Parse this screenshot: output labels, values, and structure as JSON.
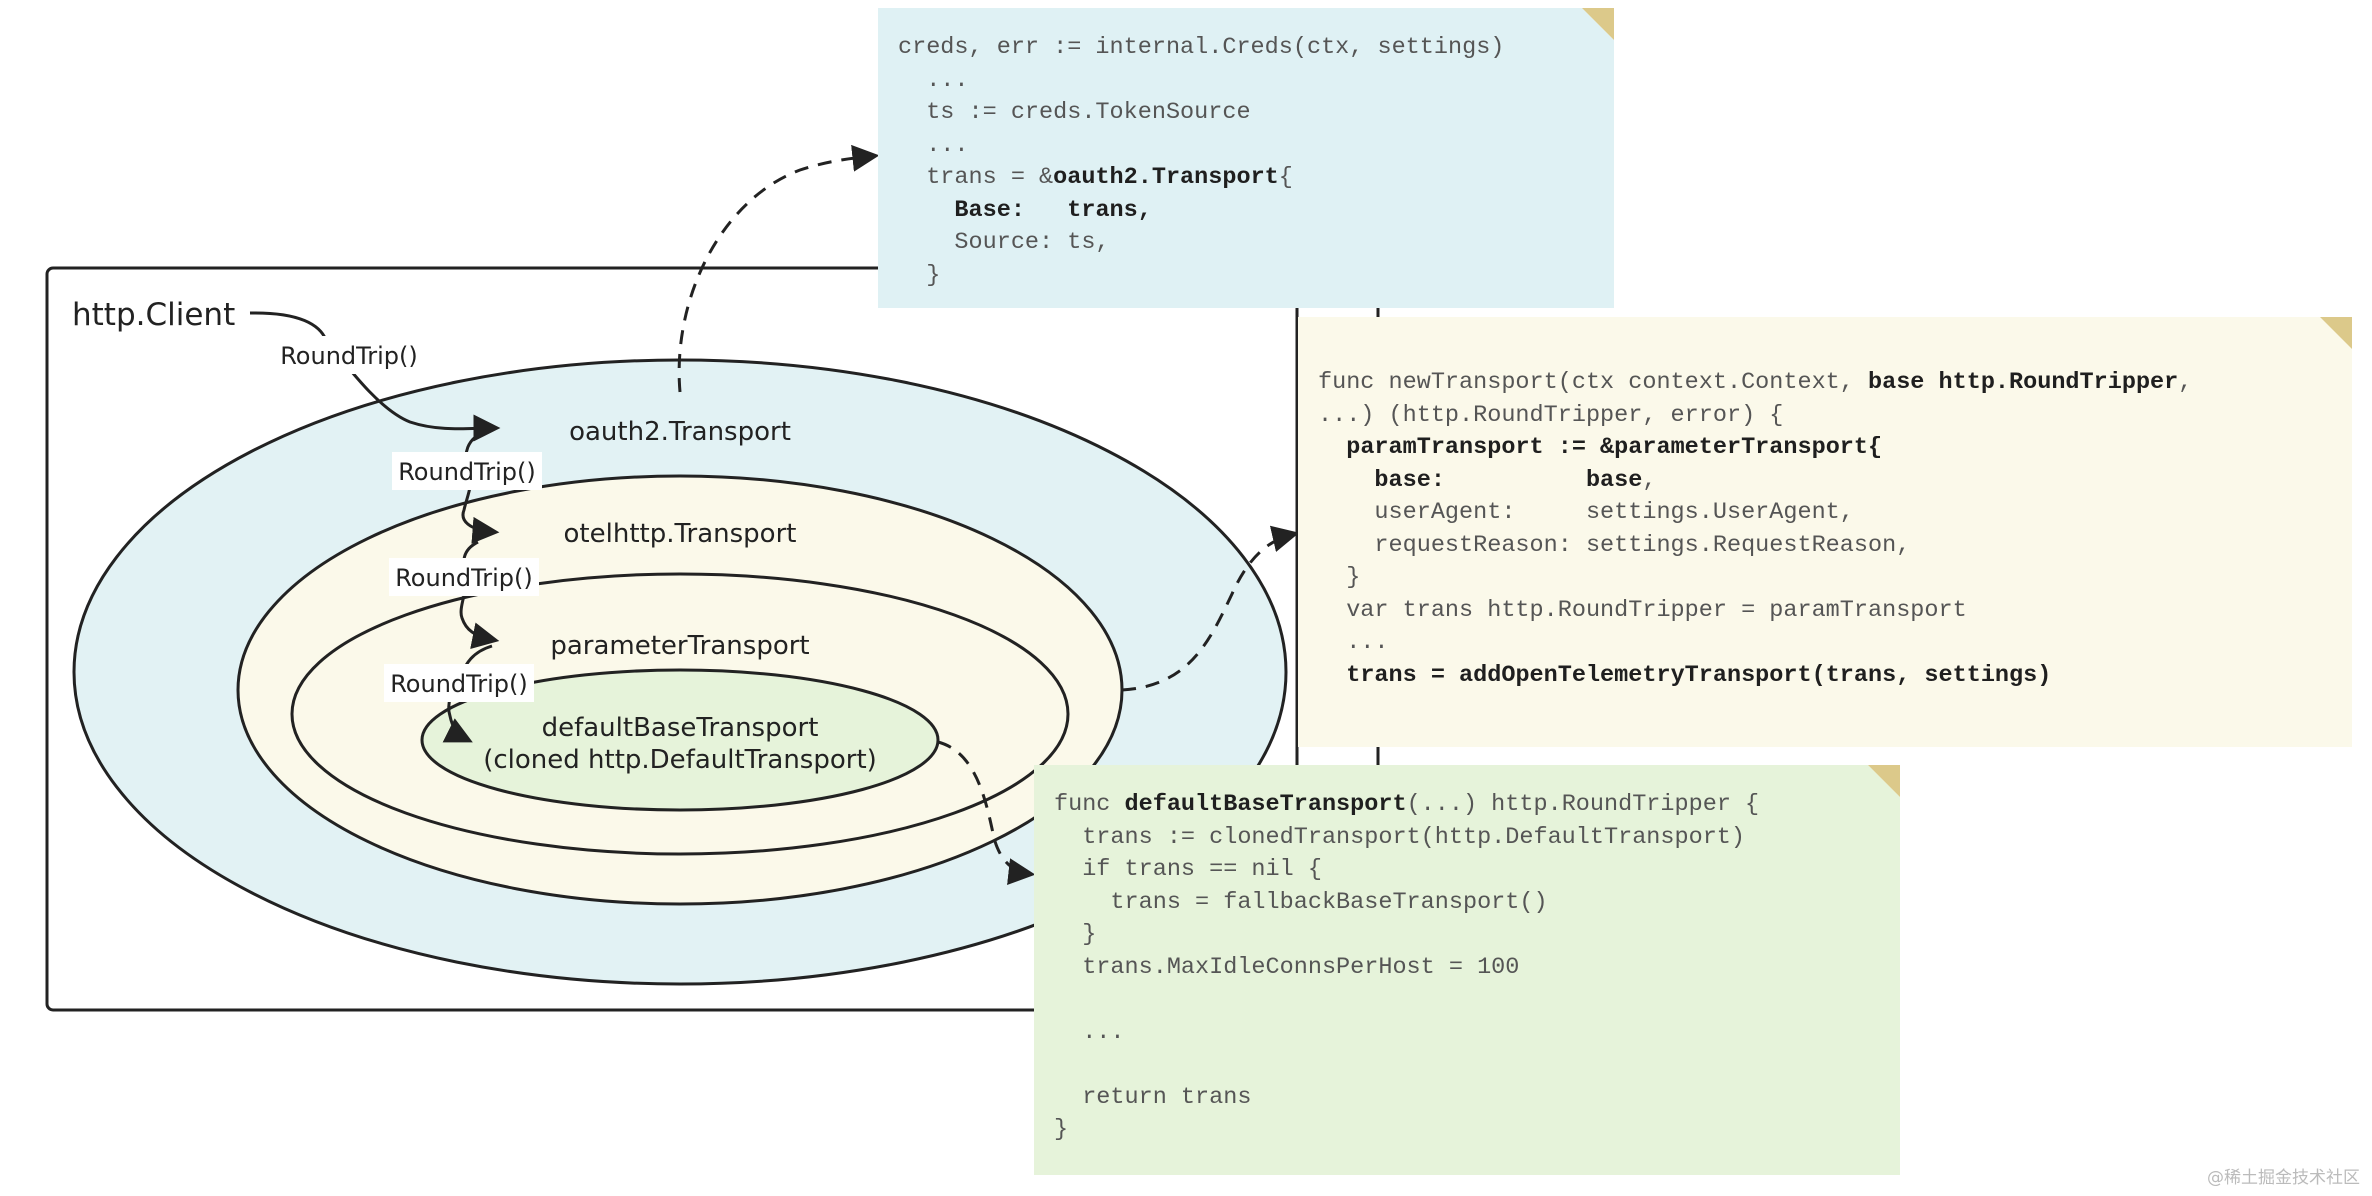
{
  "diagram": {
    "client_label": "http.Client",
    "layers": {
      "oauth2": "oauth2.Transport",
      "otelhttp": "otelhttp.Transport",
      "parameter": "parameterTransport",
      "default_line1": "defaultBaseTransport",
      "default_line2": "(cloned http.DefaultTransport)"
    },
    "roundtrip_label": "RoundTrip()",
    "watermark": "@稀土掘金技术社区"
  },
  "notes": {
    "oauth2": [
      [
        {
          "t": "creds, err := internal.Creds(ctx, settings)"
        }
      ],
      [
        {
          "t": "  ..."
        }
      ],
      [
        {
          "t": "  ts := creds.TokenSource"
        }
      ],
      [
        {
          "t": "  ..."
        }
      ],
      [
        {
          "t": "  trans = &"
        },
        {
          "t": "oauth2.Transport",
          "b": true
        },
        {
          "t": "{"
        }
      ],
      [
        {
          "t": "    "
        },
        {
          "t": "Base:   trans,",
          "b": true
        }
      ],
      [
        {
          "t": "    Source: ts,"
        }
      ],
      [
        {
          "t": "  }"
        }
      ]
    ],
    "newtransport": [
      [
        {
          "t": "func newTransport(ctx context.Context, "
        },
        {
          "t": "base http.RoundTripper",
          "b": true
        },
        {
          "t": ","
        }
      ],
      [
        {
          "t": "...) (http.RoundTripper, error) {"
        }
      ],
      [
        {
          "t": "  "
        },
        {
          "t": "paramTransport := &parameterTransport{",
          "b": true
        }
      ],
      [
        {
          "t": "    "
        },
        {
          "t": "base:          base",
          "b": true
        },
        {
          "t": ","
        }
      ],
      [
        {
          "t": "    userAgent:     settings.UserAgent,"
        }
      ],
      [
        {
          "t": "    requestReason: settings.RequestReason,"
        }
      ],
      [
        {
          "t": "  }"
        }
      ],
      [
        {
          "t": "  var trans http.RoundTripper = paramTransport"
        }
      ],
      [
        {
          "t": "  ..."
        }
      ],
      [
        {
          "t": "  "
        },
        {
          "t": "trans = addOpenTelemetryTransport(trans, settings)",
          "b": true
        }
      ]
    ],
    "defaultbase": [
      [
        {
          "t": "func "
        },
        {
          "t": "defaultBaseTransport",
          "b": true
        },
        {
          "t": "(...) http.RoundTripper {"
        }
      ],
      [
        {
          "t": "  trans := clonedTransport(http.DefaultTransport)"
        }
      ],
      [
        {
          "t": "  if trans == nil {"
        }
      ],
      [
        {
          "t": "    trans = fallbackBaseTransport()"
        }
      ],
      [
        {
          "t": "  }"
        }
      ],
      [
        {
          "t": "  trans.MaxIdleConnsPerHost = 100"
        }
      ],
      [
        {
          "t": ""
        }
      ],
      [
        {
          "t": "  ..."
        }
      ],
      [
        {
          "t": ""
        }
      ],
      [
        {
          "t": "  return trans"
        }
      ],
      [
        {
          "t": "}"
        }
      ]
    ]
  },
  "colors": {
    "oauth2_fill": "#e2f2f4",
    "otelhttp_fill": "#fbf9ea",
    "parameter_fill": "#fbf9ea",
    "default_fill": "#e6f3da",
    "outline": "#222222"
  }
}
